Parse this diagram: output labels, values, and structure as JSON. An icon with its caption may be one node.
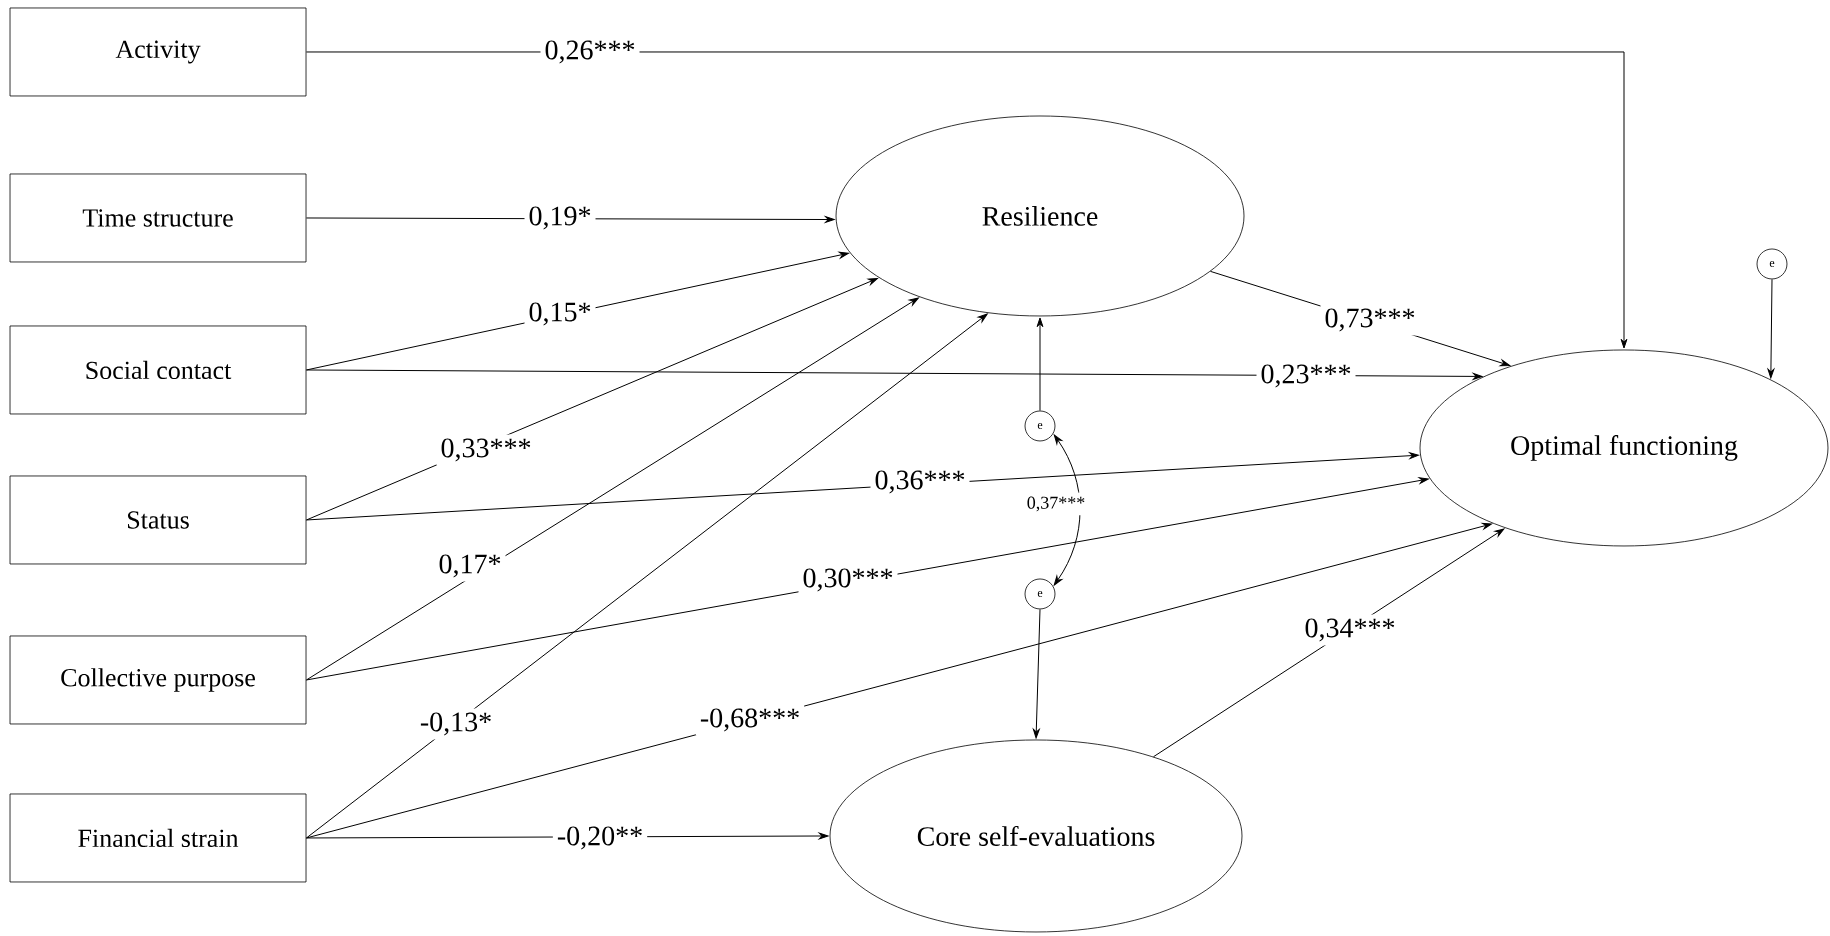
{
  "diagram": {
    "nodes": [
      {
        "text": [
          "Activity"
        ]
      },
      {
        "text": [
          "Time structure"
        ]
      },
      {
        "text": [
          "Social contact"
        ]
      },
      {
        "text": [
          "Status"
        ]
      },
      {
        "text": [
          "Collective purpose"
        ]
      },
      {
        "text": [
          "Financial strain"
        ]
      },
      {
        "text": [
          "Resilience"
        ]
      },
      {
        "text": [
          "Optimal functioning"
        ]
      },
      {
        "text": [
          "Core self-evaluations"
        ]
      },
      {
        "text": [
          "e"
        ]
      },
      {
        "text": [
          "e"
        ]
      },
      {
        "text": [
          "e"
        ]
      }
    ],
    "edges": [
      {
        "from": 0,
        "to": 7,
        "arrow": "to",
        "label": "0,26***"
      },
      {
        "from": 1,
        "to": 6,
        "arrow": "to",
        "label": "0,19*"
      },
      {
        "from": 2,
        "to": 6,
        "arrow": "to",
        "label": "0,15*"
      },
      {
        "from": 2,
        "to": 7,
        "arrow": "to",
        "label": "0,23***"
      },
      {
        "from": 3,
        "to": 6,
        "arrow": "to",
        "label": "0,33***"
      },
      {
        "from": 3,
        "to": 7,
        "arrow": "to",
        "label": "0,36***"
      },
      {
        "from": 4,
        "to": 6,
        "arrow": "to",
        "label": "0,17*"
      },
      {
        "from": 4,
        "to": 7,
        "arrow": "to",
        "label": "0,30***"
      },
      {
        "from": 5,
        "to": 6,
        "arrow": "to",
        "label": "-0,13*"
      },
      {
        "from": 5,
        "to": 7,
        "arrow": "to",
        "label": "-0,68***"
      },
      {
        "from": 5,
        "to": 8,
        "arrow": "to",
        "label": "-0,20**"
      },
      {
        "from": 6,
        "to": 7,
        "arrow": "to",
        "label": "0,73***"
      },
      {
        "from": 8,
        "to": 7,
        "arrow": "to",
        "label": "0,34***"
      },
      {
        "from": 9,
        "to": 6,
        "arrow": "to"
      },
      {
        "from": 10,
        "to": 8,
        "arrow": "to"
      },
      {
        "from": 9,
        "to": 10,
        "arrow": "both",
        "label": "0,37***"
      },
      {
        "from": 11,
        "to": 7,
        "arrow": "to"
      }
    ]
  }
}
